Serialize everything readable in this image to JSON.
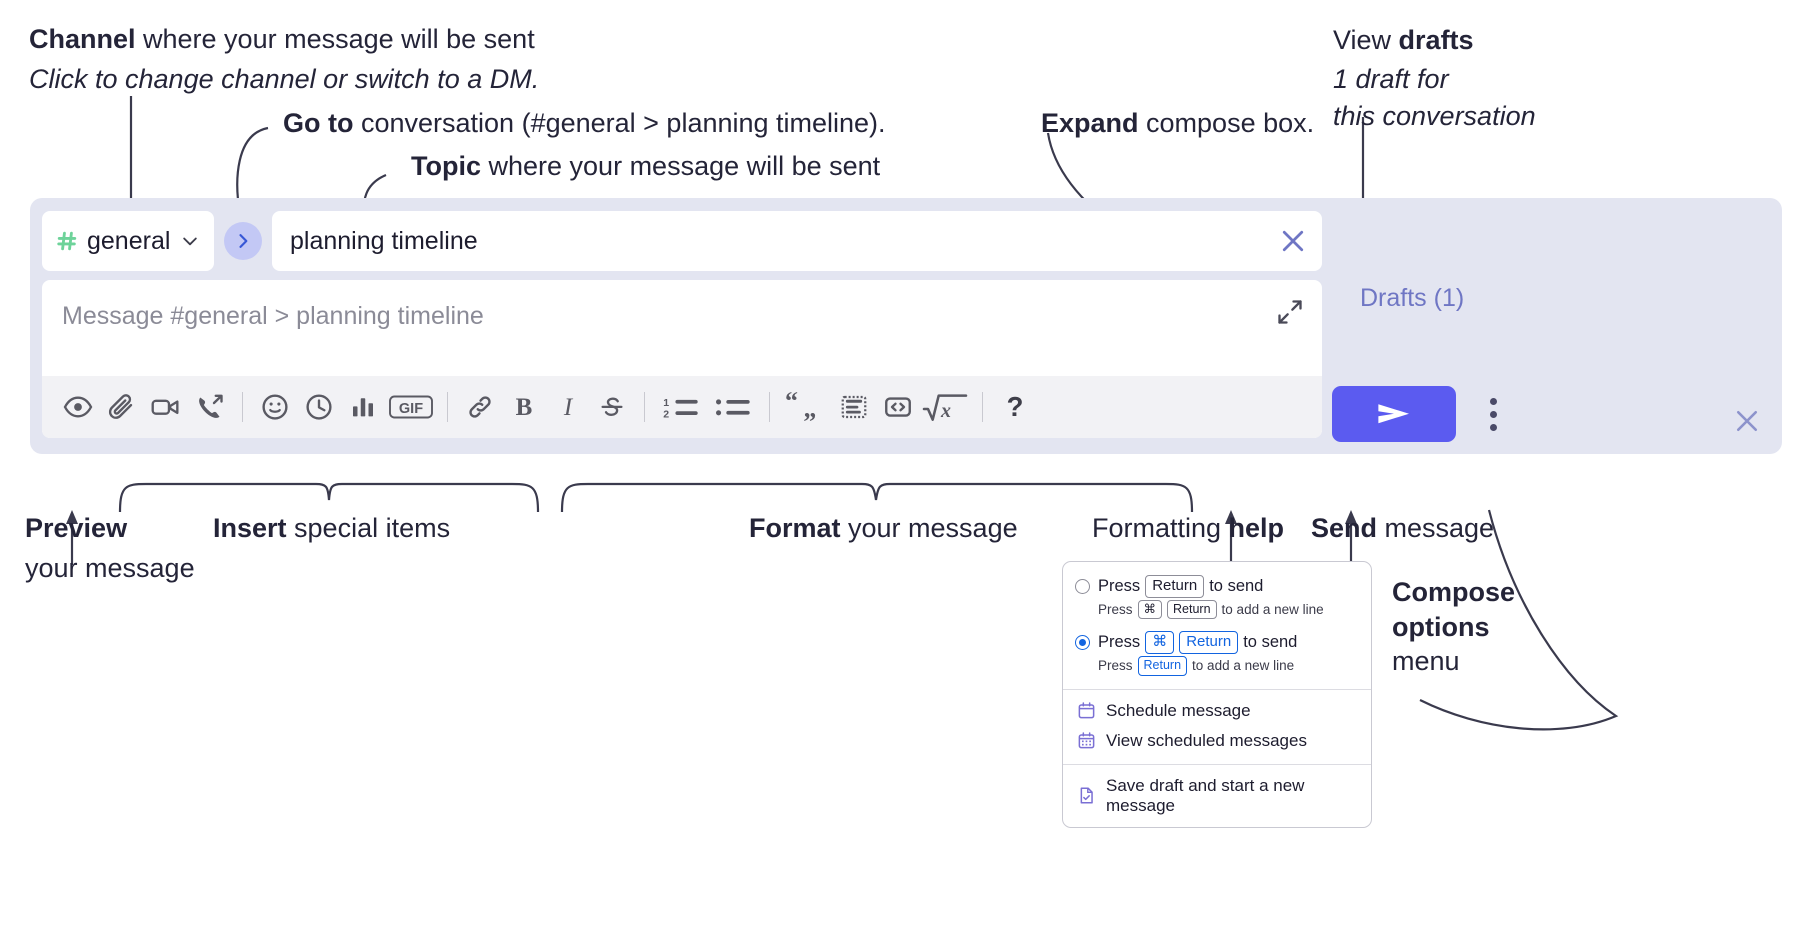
{
  "annotations": {
    "channel": {
      "bold": "Channel",
      "rest": " where your message will be sent",
      "sub": "Click to change channel or switch to a DM."
    },
    "goto": {
      "bold": "Go to",
      "rest": " conversation (#general > planning timeline)."
    },
    "topic": {
      "bold": "Topic",
      "rest": " where your message will be sent"
    },
    "expand": {
      "bold": "Expand",
      "rest": " compose box."
    },
    "drafts": {
      "lead": "View ",
      "bold": "drafts",
      "sub1": "1 draft for",
      "sub2": "this conversation"
    },
    "preview": {
      "bold": "Preview",
      "sub": "your message"
    },
    "insert": {
      "bold": "Insert",
      "rest": " special items"
    },
    "format": {
      "bold": "Format",
      "rest": " your message"
    },
    "help": {
      "lead": "Formatting ",
      "bold": "help"
    },
    "send": {
      "bold": "Send",
      "rest": " message"
    },
    "compose_options": {
      "bold1": "Compose",
      "bold2": "options",
      "rest": "menu"
    }
  },
  "compose": {
    "channel_name": "general",
    "channel_icon": "hash-icon",
    "chevron_icon": "chevron-down-icon",
    "goto_icon": "chevron-right-icon",
    "topic_value": "planning timeline",
    "topic_clear_icon": "close-icon",
    "message_placeholder": "Message #general > planning timeline",
    "expand_icon": "expand-diagonal-icon",
    "drafts_label": "Drafts (1)",
    "send_icon": "paper-plane-icon",
    "kebab_icon": "kebab-menu-icon",
    "close_icon": "close-icon",
    "toolbar": {
      "groups": [
        {
          "name": "insert",
          "items": [
            {
              "name": "preview-icon",
              "label": "Preview"
            },
            {
              "name": "attachment-icon",
              "label": "Attach file"
            },
            {
              "name": "video-icon",
              "label": "Record video clip"
            },
            {
              "name": "audio-call-icon",
              "label": "Record audio clip"
            }
          ]
        },
        {
          "name": "insert-2",
          "items": [
            {
              "name": "emoji-icon",
              "label": "Emoji"
            },
            {
              "name": "clock-icon",
              "label": "Schedule"
            },
            {
              "name": "poll-icon",
              "label": "Poll"
            },
            {
              "name": "gif-icon",
              "label": "GIF"
            }
          ]
        },
        {
          "name": "format-basic",
          "items": [
            {
              "name": "link-icon",
              "label": "Link"
            },
            {
              "name": "bold-icon",
              "label": "Bold"
            },
            {
              "name": "italic-icon",
              "label": "Italic"
            },
            {
              "name": "strikethrough-icon",
              "label": "Strikethrough"
            }
          ]
        },
        {
          "name": "format-lists",
          "items": [
            {
              "name": "ordered-list-icon",
              "label": "Ordered list"
            },
            {
              "name": "bulleted-list-icon",
              "label": "Bulleted list"
            }
          ]
        },
        {
          "name": "format-blocks",
          "items": [
            {
              "name": "blockquote-icon",
              "label": "Blockquote"
            },
            {
              "name": "code-block-icon",
              "label": "Code block"
            },
            {
              "name": "code-icon",
              "label": "Code"
            },
            {
              "name": "math-icon",
              "label": "Math"
            }
          ]
        },
        {
          "name": "help",
          "items": [
            {
              "name": "question-mark-icon",
              "label": "Formatting help"
            }
          ]
        }
      ],
      "gif_label": "GIF",
      "bold_label": "B",
      "italic_label": "I",
      "help_label": "?",
      "ordered_1": "1",
      "ordered_2": "2"
    }
  },
  "options_menu": {
    "radio_1": {
      "selected": false,
      "pre": "Press",
      "key": "Return",
      "post": "to send",
      "sub_pre": "Press",
      "sub_key1": "⌘",
      "sub_key2": "Return",
      "sub_post": "to add a new line"
    },
    "radio_2": {
      "selected": true,
      "pre": "Press",
      "key1": "⌘",
      "key2": "Return",
      "post": "to send",
      "sub_pre": "Press",
      "sub_key": "Return",
      "sub_post": "to add a new line"
    },
    "items": [
      {
        "icon": "calendar-icon",
        "label": "Schedule message"
      },
      {
        "icon": "calendar-grid-icon",
        "label": "View scheduled messages"
      },
      {
        "icon": "save-draft-icon",
        "label": "Save draft and start a new message"
      }
    ]
  },
  "colors": {
    "panel_bg": "#e3e5f1",
    "accent_purple": "#5b5bf0",
    "drafts_text": "#6f76c4",
    "hash_green": "#6ed39a",
    "goto_circle": "#c3c8f5",
    "radio_blue": "#1264e0",
    "menu_icon": "#7a6fd4"
  }
}
